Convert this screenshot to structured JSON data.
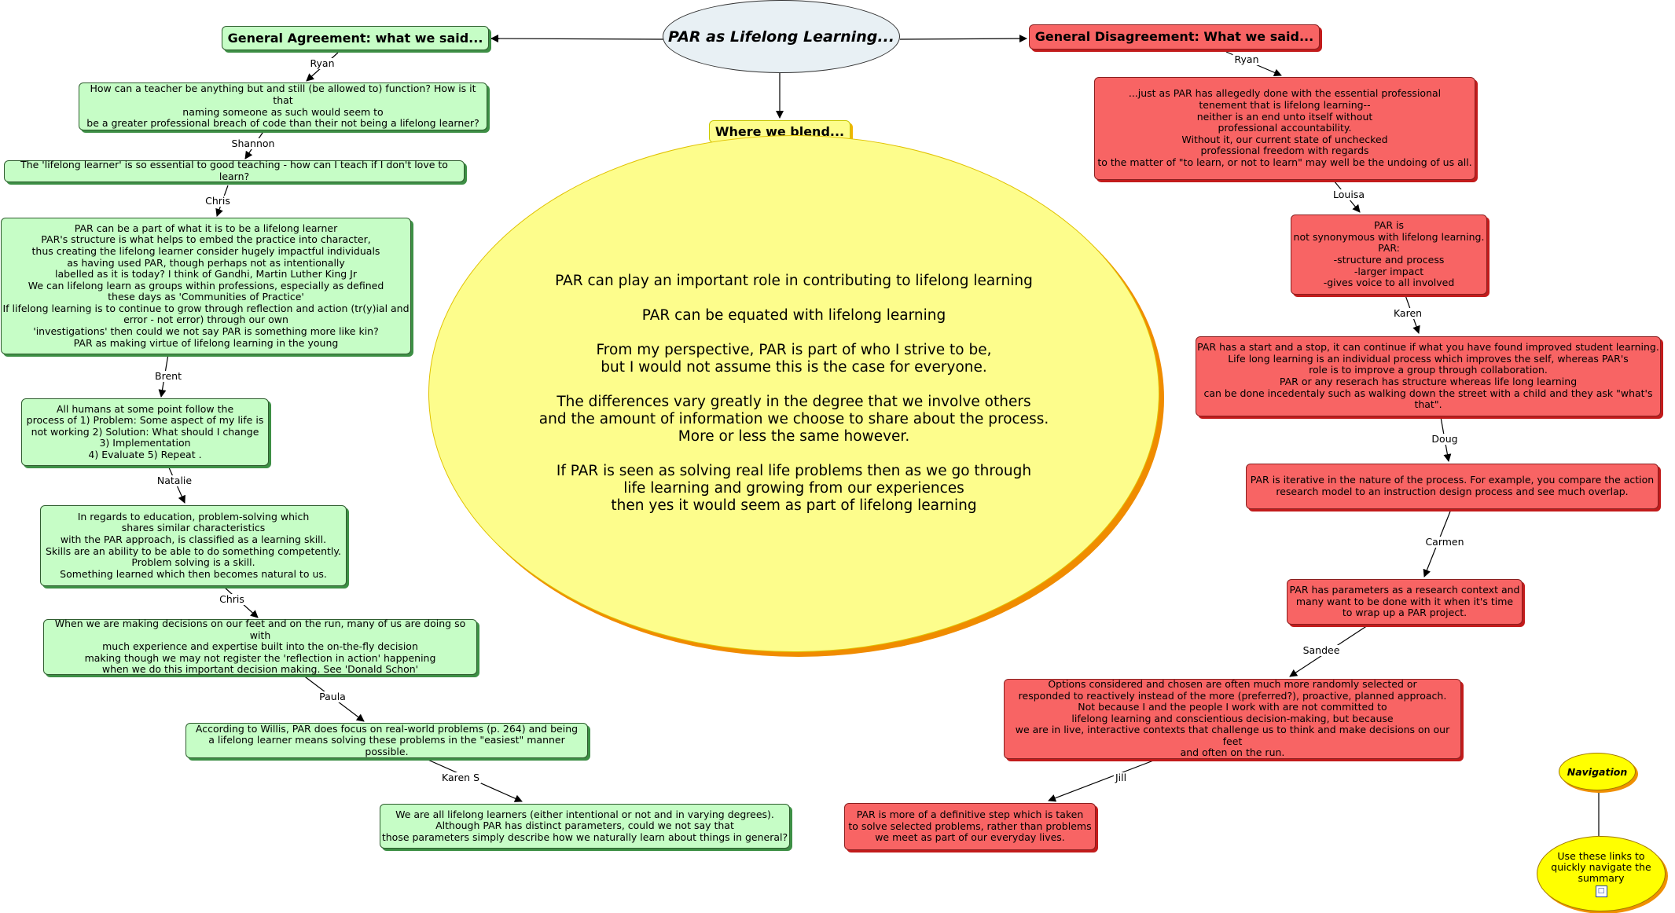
{
  "title": "PAR as Lifelong Learning...",
  "blend": {
    "heading": "Where we blend...",
    "text": "PAR can play an important role in contributing to lifelong learning\n\nPAR can be equated with lifelong learning\n\nFrom my perspective, PAR is part of who I strive to be,\nbut I would not assume this is the case for everyone.\n\nThe differences vary greatly in the degree that we involve others\nand the amount of information we choose to share about the process.\nMore or less the same however.\n\nIf PAR is seen as solving real life problems then as we go through\nlife learning and growing from our experiences\nthen yes it would seem as part of lifelong learning"
  },
  "agreement": {
    "heading": "General Agreement: what we said...",
    "items": [
      {
        "name": "Ryan",
        "text": "How can a teacher be anything but and still (be allowed to) function? How is it that\nnaming someone as such would seem to\nbe a greater professional breach of code than their not being a lifelong learner?"
      },
      {
        "name": "Shannon",
        "text": "The 'lifelong learner' is so essential to good teaching - how can I teach if I don't love to learn?"
      },
      {
        "name": "Chris",
        "text": "PAR can be a part of what it is to be a lifelong learner\nPAR's structure is what helps to embed the practice into character,\nthus creating the lifelong learner consider hugely impactful individuals\nas having used PAR, though perhaps not as intentionally\nlabelled as it is today? I think of Gandhi, Martin Luther King Jr\nWe can lifelong learn as groups within professions, especially as defined\nthese days as 'Communities of Practice'\nIf lifelong learning is to continue to grow through reflection and action (tr(y)ial and\nerror - not error) through our own\n'investigations' then could we not say PAR is something more like kin?\nPAR as making virtue of lifelong learning in the young"
      },
      {
        "name": "Brent",
        "text": "All humans at some point follow the\nprocess of 1) Problem: Some aspect of my life is\nnot working  2) Solution: What should I change\n3) Implementation\n4) Evaluate  5) Repeat ."
      },
      {
        "name": "Natalie",
        "text": "In regards to education, problem-solving which\nshares similar characteristics\nwith the PAR approach, is classified as a learning skill.\nSkills are an ability to be able to do something competently.\nProblem solving is a skill.\nSomething learned which then becomes natural to us."
      },
      {
        "name": "Chris",
        "text": "When we are making decisions on our feet and on the run, many of us are doing so with\nmuch experience and expertise built into the on-the-fly decision\nmaking though we may not register the 'reflection in action' happening\nwhen we do this important decision making. See 'Donald Schon'"
      },
      {
        "name": "Paula",
        "text": "According to Willis, PAR does focus on real-world problems (p. 264) and being\na lifelong learner means solving these problems in the \"easiest\" manner possible."
      },
      {
        "name": "Karen S",
        "text": "We are all lifelong learners (either intentional or not and in varying degrees).\nAlthough PAR has distinct parameters, could we not say that\nthose parameters simply describe how we naturally learn about things in general?"
      }
    ]
  },
  "disagreement": {
    "heading": "General Disagreement: What we said...",
    "items": [
      {
        "name": "Ryan",
        "text": "...just as PAR has allegedly done with the essential professional\ntenement that is lifelong learning--\nneither is an end unto itself without\nprofessional accountability.\nWithout it, our current state of unchecked\nprofessional freedom with regards\nto the matter of \"to learn, or not to learn\" may well be the undoing of us all."
      },
      {
        "name": "Louisa",
        "text": "PAR is\nnot synonymous with lifelong learning.\nPAR:\n-structure and process\n-larger impact\n-gives voice to all involved"
      },
      {
        "name": "Karen",
        "text": "PAR has a start and a stop, it can continue if what you have found improved student learning.\nLife long learning is an individual process which improves the self, whereas PAR's\nrole is to improve a group through collaboration.\nPAR or any reserach has structure whereas life long learning\ncan be done incedentaly such as walking down the street with a child and they ask \"what's that\"."
      },
      {
        "name": "Doug",
        "text": "PAR is iterative in the nature of the process.  For example, you compare the action\nresearch model to an instruction design process and see much overlap."
      },
      {
        "name": "Carmen",
        "text": "PAR has parameters as a research context and\nmany want to be done with it when it's time\nto wrap up a PAR project."
      },
      {
        "name": "Sandee",
        "text": "Options considered and chosen are often much more randomly selected or\nresponded to reactively instead of the more (preferred?), proactive, planned approach.\nNot because I and the people I work with are not committed to\nlifelong learning and conscientious decision-making, but because\nwe are in live, interactive contexts that challenge us to think and make decisions on our feet\nand often on the run."
      },
      {
        "name": "Jill",
        "text": "PAR is more of a definitive step which is taken\nto solve selected problems, rather than problems\nwe meet as part of our everyday lives."
      }
    ]
  },
  "navigation": {
    "label": "Navigation",
    "text": "Use these links to\nquickly navigate the\nsummary",
    "icon": "link-icon"
  }
}
